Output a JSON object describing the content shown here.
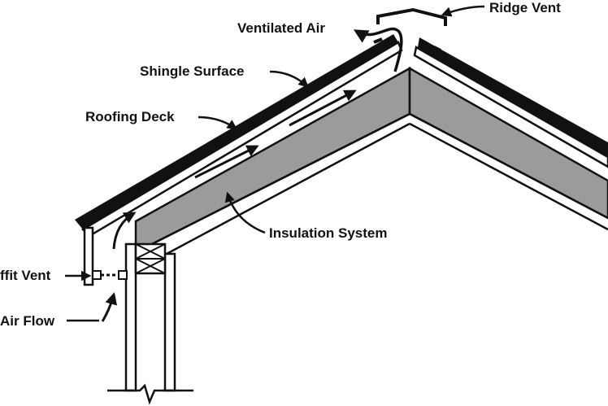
{
  "labels": {
    "ridge_vent": "Ridge Vent",
    "ventilated_air": "Ventilated Air",
    "shingle_surface": "Shingle Surface",
    "roofing_deck": "Roofing Deck",
    "insulation_system": "Insulation System",
    "soffit_vent": "ffit Vent",
    "air_flow": "Air Flow"
  },
  "colors": {
    "ink": "#111111",
    "insulation": "#9b9b9b",
    "background": "#ffffff"
  }
}
